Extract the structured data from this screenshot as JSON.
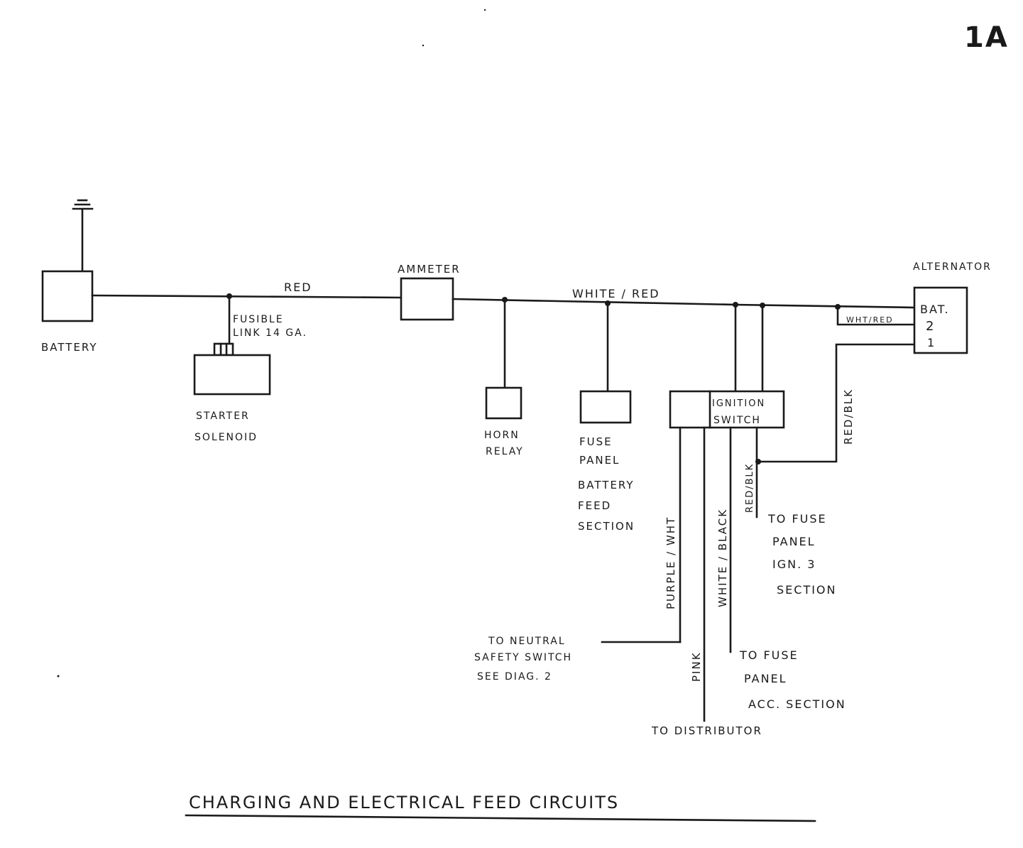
{
  "page_number": "1A",
  "title": "CHARGING AND ELECTRICAL FEED CIRCUITS",
  "components": {
    "battery": "BATTERY",
    "starter_solenoid_line1": "STARTER",
    "starter_solenoid_line2": "SOLENOID",
    "ammeter": "AMMETER",
    "horn_relay_line1": "HORN",
    "horn_relay_line2": "RELAY",
    "fuse_panel_line1": "FUSE",
    "fuse_panel_line2": "PANEL",
    "fuse_panel_line3": "BATTERY",
    "fuse_panel_line4": "FEED",
    "fuse_panel_line5": "SECTION",
    "ignition_switch_line1": "IGNITION",
    "ignition_switch_line2": "SWITCH",
    "alternator": "ALTERNATOR",
    "alt_terminal_bat": "BAT.",
    "alt_terminal_2": "2",
    "alt_terminal_1": "1"
  },
  "wires": {
    "red": "RED",
    "fusible_line1": "FUSIBLE",
    "fusible_line2": "LINK 14 GA.",
    "white_red": "WHITE / RED",
    "wht_red": "WHT/RED",
    "red_blk_alt": "RED/BLK",
    "red_blk_ign": "RED/BLK",
    "purple_wht": "PURPLE / WHT",
    "white_black": "WHITE / BLACK",
    "pink": "PINK"
  },
  "destinations": {
    "neutral_line1": "TO NEUTRAL",
    "neutral_line2": "SAFETY SWITCH",
    "neutral_line3": "SEE DIAG. 2",
    "distributor": "TO DISTRIBUTOR",
    "fuse_ign_line1": "TO FUSE",
    "fuse_ign_line2": "PANEL",
    "fuse_ign_line3": "IGN. 3",
    "fuse_ign_line4": "SECTION",
    "fuse_acc_line1": "TO FUSE",
    "fuse_acc_line2": "PANEL",
    "fuse_acc_line3": "ACC. SECTION"
  }
}
